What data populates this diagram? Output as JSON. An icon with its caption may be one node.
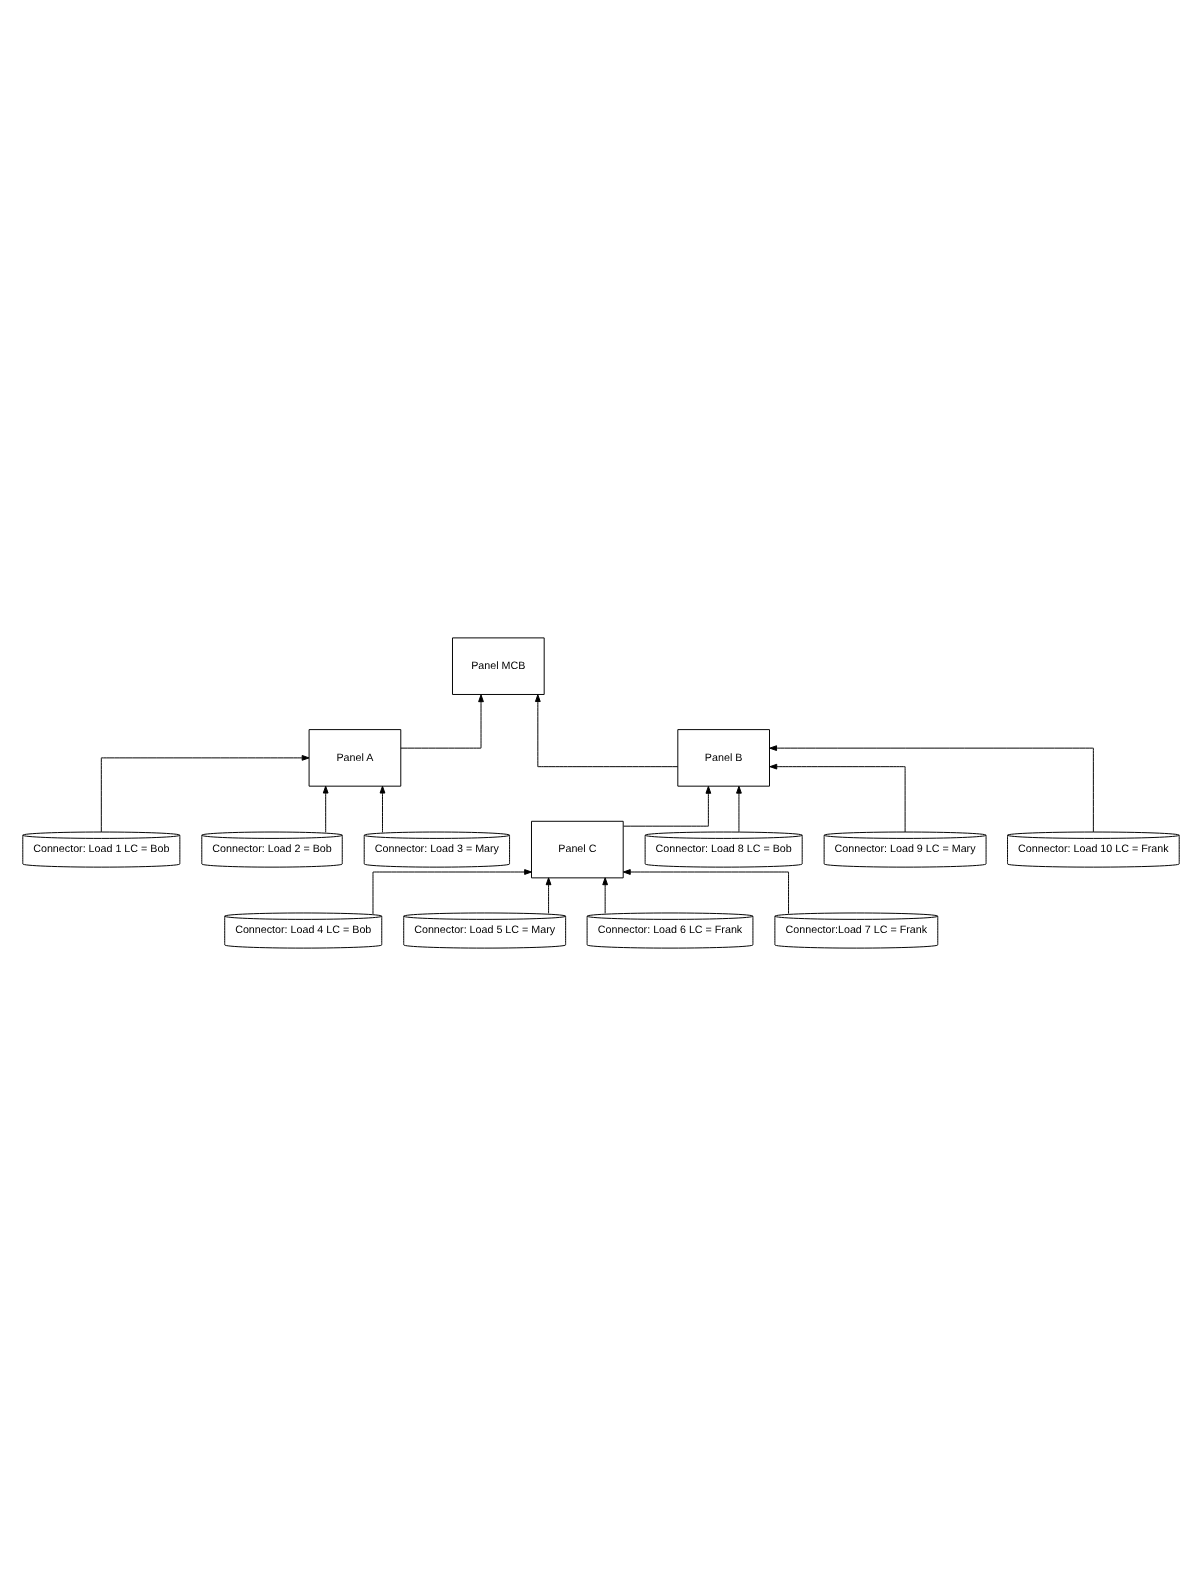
{
  "diagram": {
    "nodes": [
      {
        "text": [
          "Panel MCB"
        ]
      },
      {
        "text": [
          "Panel A"
        ]
      },
      {
        "text": [
          "Panel B"
        ]
      },
      {
        "text": [
          "Connector: Load 1 LC = Bob"
        ]
      },
      {
        "text": [
          "Connector: Load 2 = Bob"
        ]
      },
      {
        "text": [
          "Connector: Load 3 = Mary"
        ]
      },
      {
        "text": [
          "Panel C"
        ]
      },
      {
        "text": [
          "Connector: Load 8 LC = Bob"
        ]
      },
      {
        "text": [
          "Connector: Load 9 LC = Mary"
        ]
      },
      {
        "text": [
          "Connector: Load 10 LC = Frank"
        ]
      },
      {
        "text": [
          "Connector: Load 4 LC = Bob"
        ]
      },
      {
        "text": [
          "Connector: Load 5 LC = Mary"
        ]
      },
      {
        "text": [
          "Connector: Load 6 LC = Frank"
        ]
      },
      {
        "text": [
          "Connector:Load 7 LC = Frank"
        ]
      }
    ],
    "edges": [
      {
        "from": 1,
        "to": 0,
        "arrow": "to"
      },
      {
        "from": 2,
        "to": 0,
        "arrow": "to"
      },
      {
        "from": 3,
        "to": 1,
        "arrow": "to"
      },
      {
        "from": 4,
        "to": 1,
        "arrow": "to"
      },
      {
        "from": 5,
        "to": 1,
        "arrow": "to"
      },
      {
        "from": 6,
        "to": 2,
        "arrow": "to"
      },
      {
        "from": 7,
        "to": 2,
        "arrow": "to"
      },
      {
        "from": 8,
        "to": 2,
        "arrow": "to"
      },
      {
        "from": 9,
        "to": 2,
        "arrow": "to"
      },
      {
        "from": 10,
        "to": 6,
        "arrow": "to"
      },
      {
        "from": 11,
        "to": 6,
        "arrow": "to"
      },
      {
        "from": 12,
        "to": 6,
        "arrow": "to"
      },
      {
        "from": 13,
        "to": 6,
        "arrow": "to"
      }
    ]
  }
}
